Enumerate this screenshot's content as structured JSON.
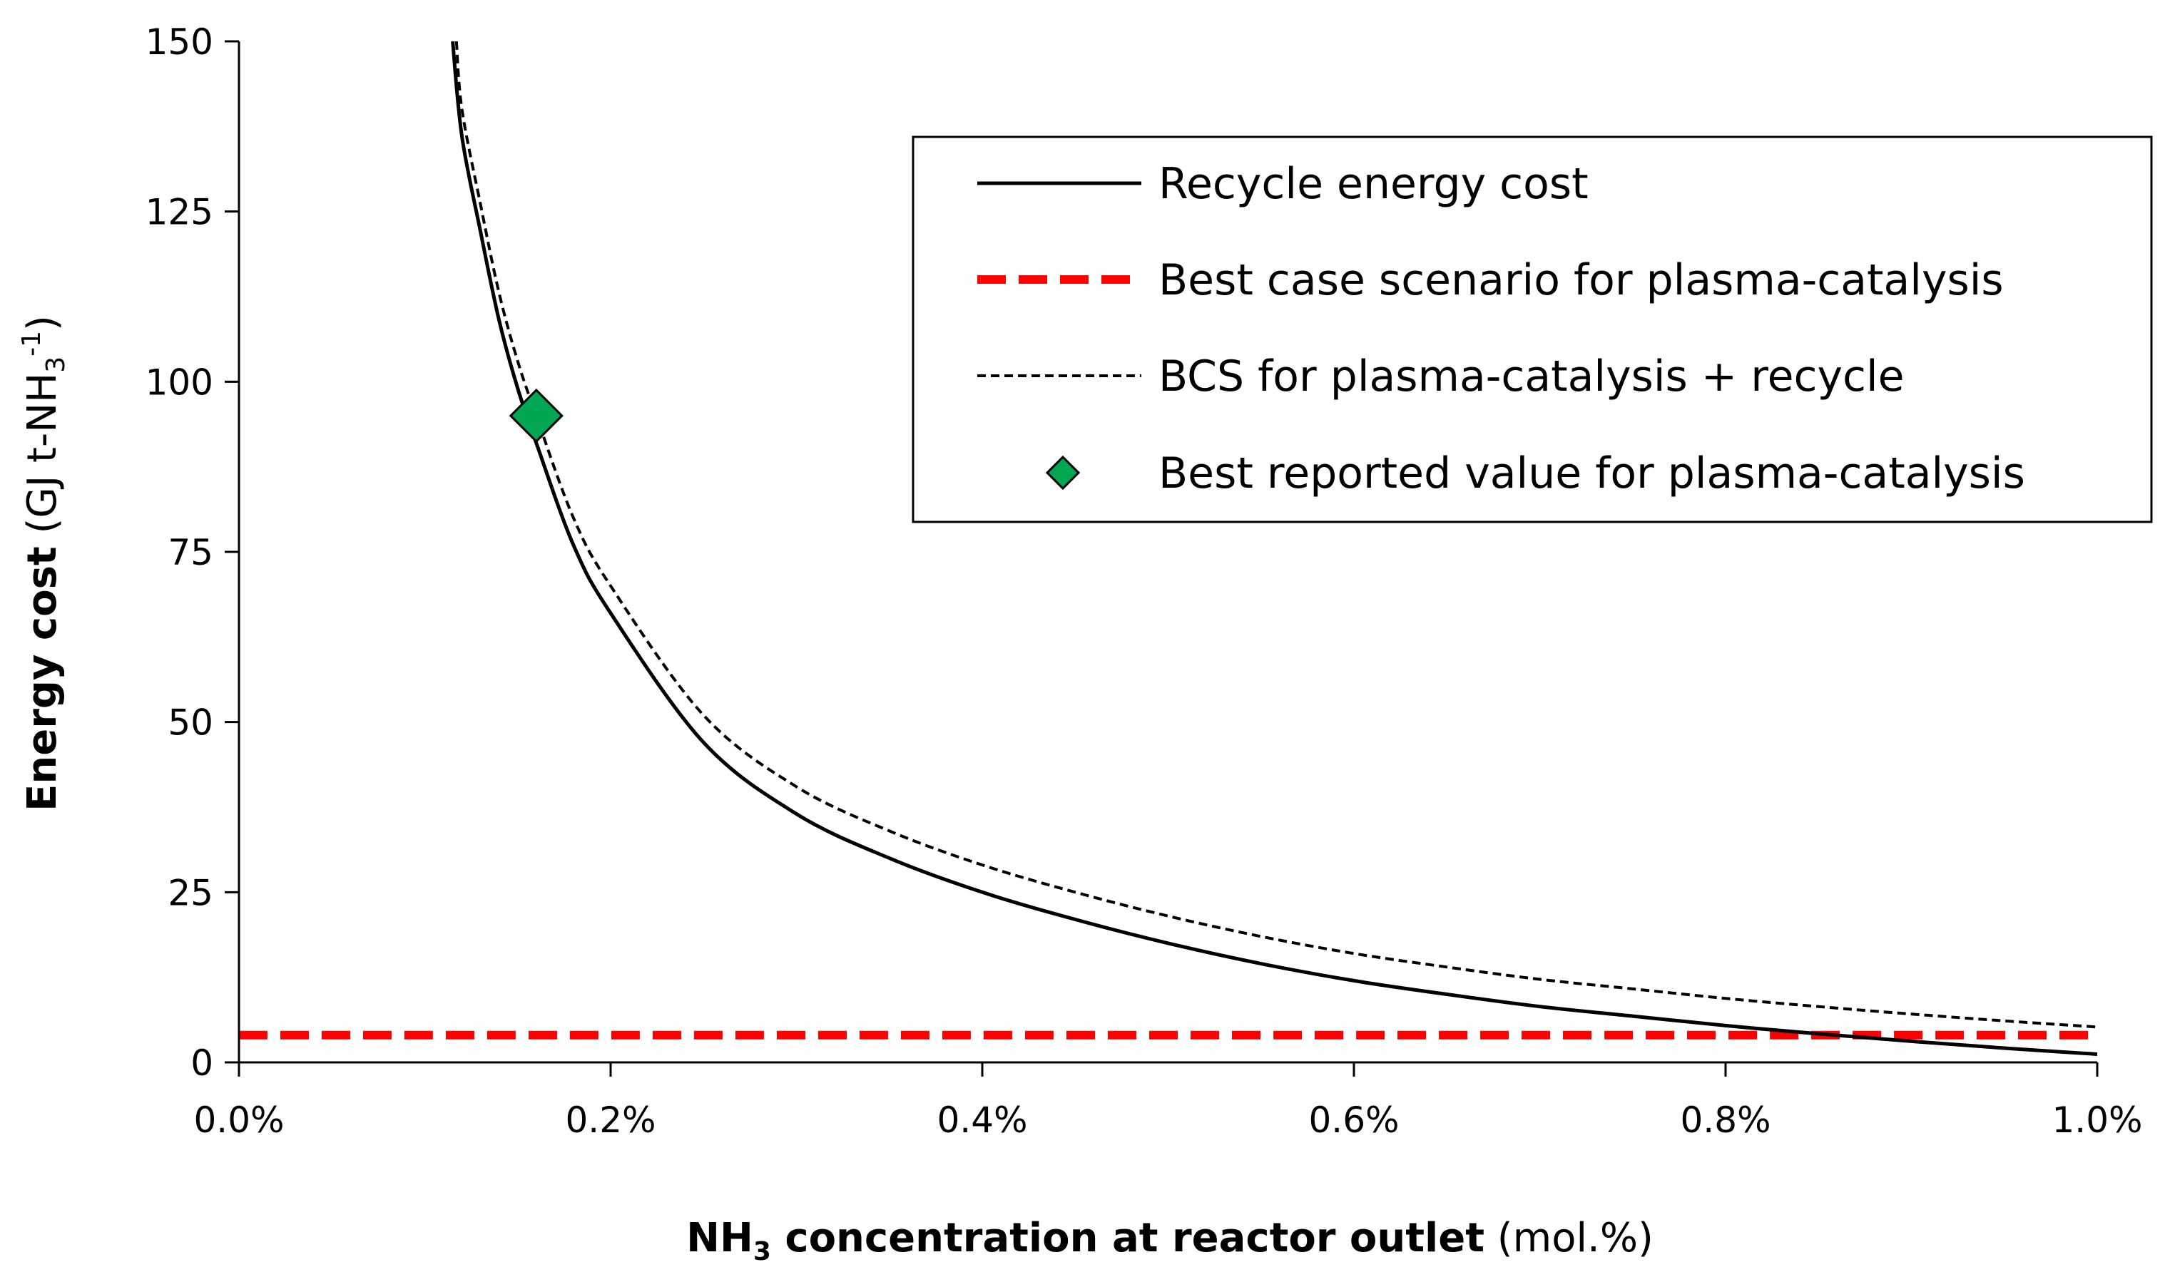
{
  "chart_data": {
    "type": "line",
    "xlabel": {
      "bold_main": "NH",
      "bold_sub": "3",
      "bold_rest": " concentration at reactor outlet",
      "normal": " (mol.%)"
    },
    "ylabel": {
      "bold": "Energy cost",
      "normal_open": " (GJ t-NH",
      "sub": "3",
      "sup": "-1",
      "normal_close": ")"
    },
    "xlim": [
      0.0,
      1.0
    ],
    "ylim": [
      0,
      150
    ],
    "x_ticks": [
      0.0,
      0.2,
      0.4,
      0.6,
      0.8,
      1.0
    ],
    "x_tick_labels": [
      "0.0%",
      "0.2%",
      "0.4%",
      "0.6%",
      "0.8%",
      "1.0%"
    ],
    "y_ticks": [
      0,
      25,
      50,
      75,
      100,
      125,
      150
    ],
    "y_tick_labels": [
      "0",
      "25",
      "50",
      "75",
      "100",
      "125",
      "150"
    ],
    "grid": false,
    "legend_position": "top-right",
    "series": [
      {
        "name": "Recycle energy cost",
        "style": "solid",
        "color": "#000000",
        "x": [
          0.115,
          0.12,
          0.13,
          0.14,
          0.15,
          0.16,
          0.18,
          0.2,
          0.25,
          0.3,
          0.35,
          0.4,
          0.45,
          0.5,
          0.55,
          0.6,
          0.65,
          0.7,
          0.75,
          0.8,
          0.85,
          0.9,
          0.95,
          1.0
        ],
        "y": [
          150,
          136,
          122,
          109,
          99,
          91,
          76,
          66,
          47,
          36.5,
          30,
          25,
          21,
          17.5,
          14.5,
          12,
          10,
          8.2,
          6.8,
          5.4,
          4.2,
          3.1,
          2.1,
          1.2
        ]
      },
      {
        "name": "Best case scenario for plasma-catalysis",
        "style": "dashed",
        "color": "#ff0000",
        "x": [
          0.0,
          1.0
        ],
        "y": [
          4,
          4
        ]
      },
      {
        "name": "BCS for plasma-catalysis + recycle",
        "style": "dotted",
        "color": "#000000",
        "x": [
          0.117,
          0.12,
          0.13,
          0.14,
          0.15,
          0.16,
          0.18,
          0.2,
          0.25,
          0.3,
          0.35,
          0.4,
          0.45,
          0.5,
          0.55,
          0.6,
          0.65,
          0.7,
          0.75,
          0.8,
          0.85,
          0.9,
          0.95,
          1.0
        ],
        "y": [
          150,
          140,
          126,
          113,
          103,
          95,
          80,
          70,
          51,
          40.5,
          34,
          29,
          25,
          21.5,
          18.5,
          16,
          14,
          12.2,
          10.8,
          9.4,
          8.2,
          7.1,
          6.1,
          5.2
        ]
      },
      {
        "name": "Best reported value for plasma-catalysis",
        "style": "marker",
        "color": "#00a651",
        "x": [
          0.16
        ],
        "y": [
          95
        ]
      }
    ]
  }
}
